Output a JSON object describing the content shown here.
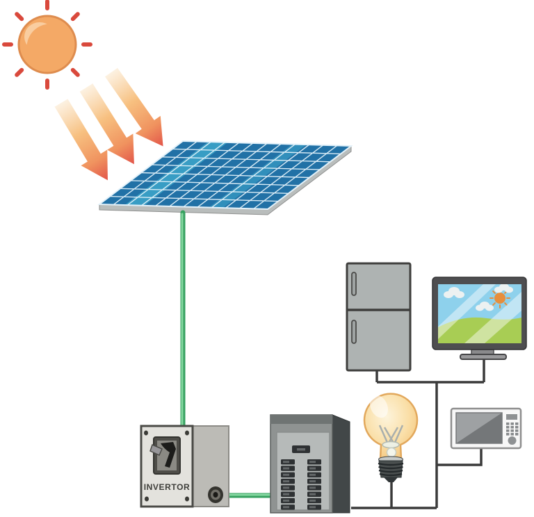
{
  "diagram": {
    "title": "Solar energy system illustration",
    "inverter_label": "INVERTOR",
    "components": [
      {
        "id": "sun",
        "label": "Sun",
        "rays": 8
      },
      {
        "id": "sunlight-arrows",
        "label": "Sunlight arrows",
        "count": 3
      },
      {
        "id": "solar-panel",
        "label": "Solar panel",
        "grid_cols": 12,
        "grid_rows": 8
      },
      {
        "id": "inverter",
        "label": "Invertor box",
        "screws": 4
      },
      {
        "id": "breaker-panel",
        "label": "Breaker distribution panel",
        "breaker_columns": 2,
        "breakers_per_column": 8
      },
      {
        "id": "refrigerator",
        "label": "Refrigerator",
        "doors": 2
      },
      {
        "id": "tv",
        "label": "Television"
      },
      {
        "id": "light-bulb",
        "label": "Light bulb"
      },
      {
        "id": "microwave",
        "label": "Microwave oven",
        "keypad_buttons": 12
      }
    ],
    "colors": {
      "sun_fill": "#F4A966",
      "sun_highlight": "#F9CDA0",
      "sun_stroke": "#DE8C4E",
      "sun_ray": "#D9493C",
      "arrow_tail": "#FCEFDC",
      "arrow_head": "#E25449",
      "panel_blue": "#2171A6",
      "panel_grid_line": "#E4F2FA",
      "panel_streak": "#4FC9E2",
      "panel_frame": "#B9BDBC",
      "wire_green_dark": "#37A160",
      "wire_green_light": "#85D7A1",
      "wire_black": "#3A3A3A",
      "inverter_front": "#E3E2DD",
      "inverter_side": "#BCBBB6",
      "inverter_text": "#3E3E3A",
      "breaker_front": "#8F9392",
      "breaker_side": "#424748",
      "breaker_inner": "#B6BAB9",
      "breaker_switch": "#2E3133",
      "fridge_body": "#AEB3B2",
      "appliance_outline": "#3E3E3C",
      "tv_frame": "#4E4E50",
      "tv_sky": "#8ED1EC",
      "tv_grass": "#A8CD54",
      "tv_sun": "#E78E3C",
      "tv_cloud": "#ECF1F1",
      "bulb_glass": "#F8D18A",
      "bulb_stroke": "#E2A85C",
      "bulb_base": "#4A4F4F",
      "microwave_body": "#F7F7F7",
      "microwave_border": "#8E8E8E",
      "microwave_door_light": "#9EA1A3",
      "microwave_door_dark": "#747779"
    }
  }
}
